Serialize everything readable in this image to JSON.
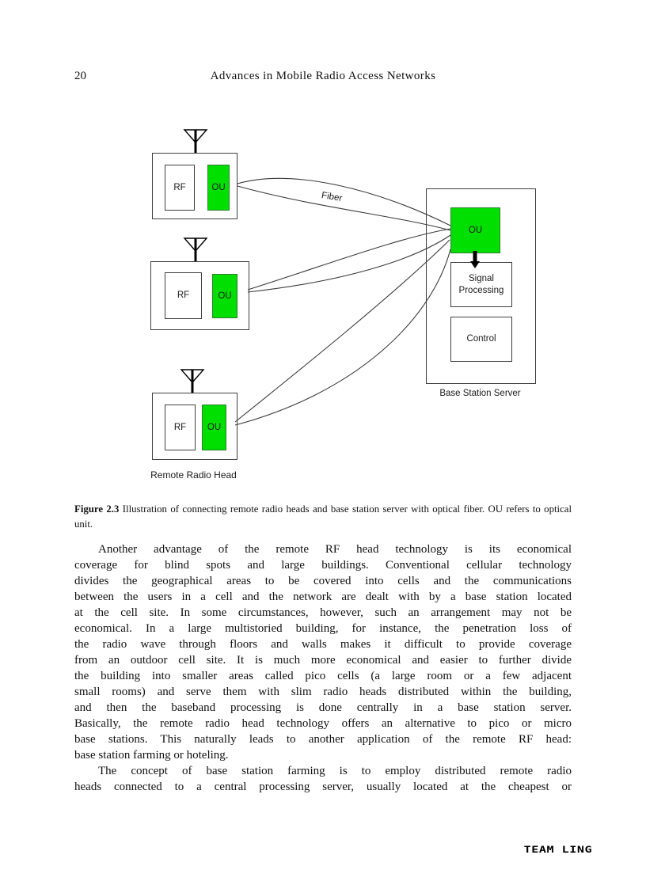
{
  "header": {
    "page_number": "20",
    "running_title": "Advances in Mobile Radio Access Networks"
  },
  "figure": {
    "labels": {
      "rf": "RF",
      "ou": "OU",
      "fiber": "Fiber",
      "signal_processing": "Signal Processing",
      "control": "Control",
      "base_station_server": "Base Station Server",
      "remote_radio_head": "Remote Radio Head"
    },
    "colors": {
      "optical_unit_green": "#00DF00"
    }
  },
  "caption": {
    "label": "Figure 2.3",
    "text": "Illustration of connecting remote radio heads and base station server with optical fiber. OU refers to optical unit."
  },
  "body": {
    "paragraph1": {
      "lines": [
        "Another advantage of the remote RF head technology is its economical",
        "coverage for blind spots and large buildings.  Conventional cellular technology",
        "divides the geographical areas to be covered into cells and the communications",
        "between the users in a cell and the network are dealt with by a base station located",
        "at the cell site. In some circumstances, however, such an arrangement may not be",
        "economical. In a large multistoried building, for instance, the penetration loss of",
        "the radio wave through floors and walls makes it difficult to provide coverage",
        "from an outdoor cell site. It is much more economical and easier to further divide",
        "the building into smaller areas called pico cells (a large room or a few adjacent",
        "small rooms) and serve them with slim radio heads distributed within the building,",
        "and then the baseband processing is done centrally in a base station server.",
        "Basically, the remote radio head technology offers an alternative to pico or micro",
        "base stations.  This naturally leads to another application of the remote RF head:",
        "base station farming or hoteling."
      ]
    },
    "paragraph2": {
      "lines": [
        "The concept of base station farming is to employ distributed remote radio",
        "heads connected to a central processing server, usually located at the cheapest or"
      ]
    }
  },
  "footer": {
    "logo": "TEAM LING"
  }
}
